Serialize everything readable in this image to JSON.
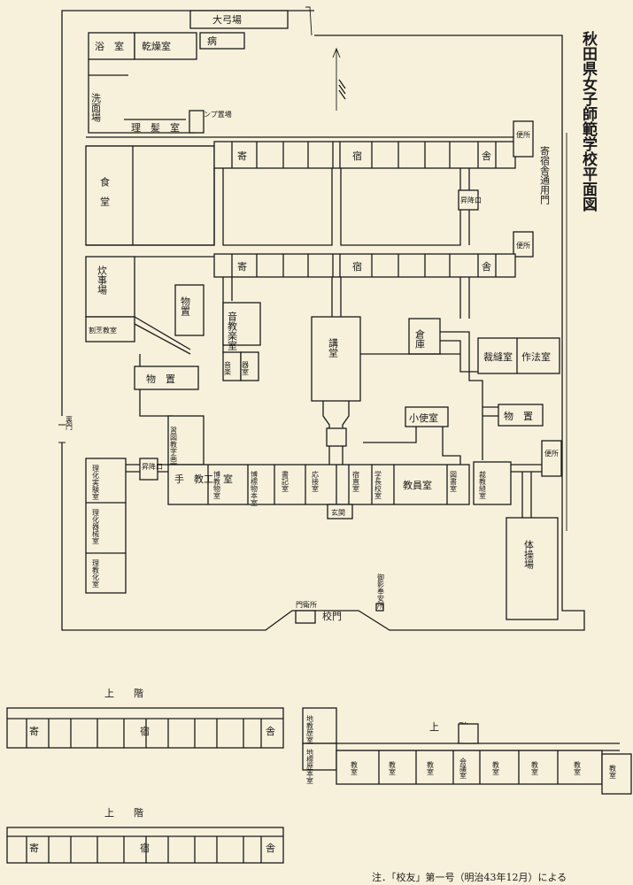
{
  "title": "秋田県女子師範学校平面図",
  "note": "注．「校友」第一号（明治43年12月）による",
  "grounds": {
    "archery_range": "大弓場",
    "rear_gate": "裏門",
    "school_gate": "校門",
    "gatekeeper": "門衛所",
    "goshinei": "御影奉安所",
    "dorm_gate": "寄宿舎通用門"
  },
  "rooms": {
    "bath": "浴　室",
    "drying": "乾燥室",
    "sick": "病",
    "washroom": "洗面場",
    "barber": "理　髪　室",
    "lamp": "ランプ置場",
    "dining": "食　堂",
    "kitchen": "炊事場",
    "cooking_class": "割烹教室",
    "storage": "物置",
    "storage2": "物　置",
    "music": "音教楽室",
    "music_small1": "音楽",
    "music_small2": "器室",
    "hall": "講堂",
    "warehouse": "倉庫",
    "sewing": "裁縫室",
    "etiquette": "作法室",
    "janitor": "小使室",
    "storage3": "物　置",
    "toilet": "便所",
    "drawing": "習図教字画室",
    "handcraft": "手　教工　室",
    "natural_history": "博教物室",
    "specimens": "博標物本室",
    "secretary": "書記室",
    "reception": "応接室",
    "night_duty": "宿直室",
    "principal": "学長校室",
    "staff": "教員室",
    "library": "図書室",
    "sewing_class": "裁教縫室",
    "entrance": "玄関",
    "gym": "体操場",
    "science_lab": "理化実験室",
    "science_equip": "理化器械室",
    "science_class": "理教化室",
    "elevator": "昇降口",
    "geo_hist": "地教歴室",
    "geo_specimens": "地標歴本室",
    "classroom": "教室",
    "conference": "会議室"
  },
  "dorm": {
    "ki": "寄",
    "shuku": "宿",
    "sha": "舎"
  },
  "upper_floor": "上　　階"
}
